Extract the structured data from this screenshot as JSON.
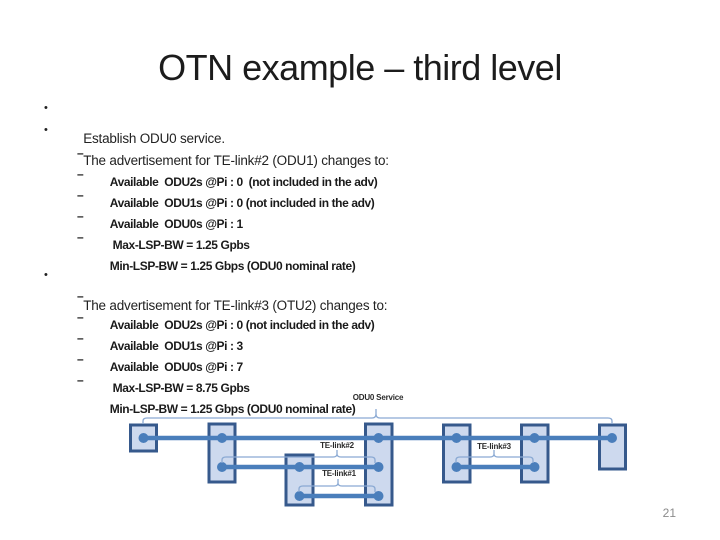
{
  "slide": {
    "title": "OTN example – third level",
    "page_number": "21",
    "markers": {
      "level1": "•",
      "level2": "–"
    },
    "bullet1": "Establish ODU0 service.",
    "bullet2": "The advertisement for TE-link#2 (ODU1) changes to:",
    "group1": [
      "Available  ODU2s @Pi : 0  (not included in the adv)",
      "Available  ODU1s @Pi : 0 (not included in the adv)",
      "Available  ODU0s @Pi : 1",
      " Max-LSP-BW = 1.25 Gpbs",
      "Min-LSP-BW = 1.25 Gbps (ODU0 nominal rate)"
    ],
    "bullet3": "The advertisement for TE-link#3 (OTU2) changes to:",
    "group2": [
      "Available  ODU2s @Pi : 0 (not included in the adv)",
      "Available  ODU1s @Pi : 3",
      "Available  ODU0s @Pi : 7",
      " Max-LSP-BW = 8.75 Gpbs",
      "Min-LSP-BW = 1.25 Gbps (ODU0 nominal rate)"
    ]
  },
  "diagram": {
    "labels": {
      "service": "ODU0 Service",
      "link2": "TE-link#2",
      "link1": "TE-link#1",
      "link3": "TE-link#3"
    },
    "colors": {
      "node_fill": "#cdd9ee",
      "node_border": "#36598c",
      "link_line": "#4a7ebb",
      "bracket_line": "#8aa9d3"
    }
  }
}
